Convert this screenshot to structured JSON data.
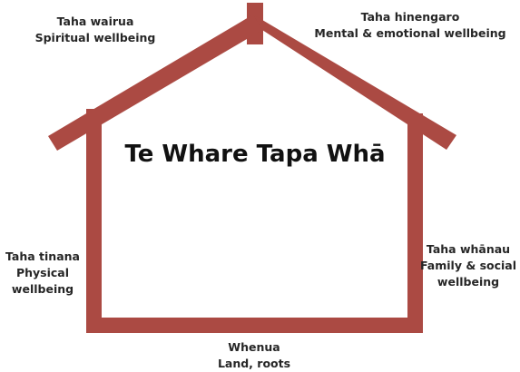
{
  "title": "Te Whare Tapa Whā",
  "colors": {
    "house": "#ab4a43",
    "text": "#262626"
  },
  "dimensions": {
    "wairua": {
      "maori": "Taha wairua",
      "english": "Spiritual wellbeing"
    },
    "hinengaro": {
      "maori": "Taha hinengaro",
      "english": "Mental & emotional wellbeing"
    },
    "tinana": {
      "maori": "Taha tinana",
      "english_line1": "Physical",
      "english_line2": "wellbeing"
    },
    "whanau": {
      "maori": "Taha whānau",
      "english_line1": "Family & social",
      "english_line2": "wellbeing"
    },
    "whenua": {
      "maori": "Whenua",
      "english": "Land, roots"
    }
  }
}
